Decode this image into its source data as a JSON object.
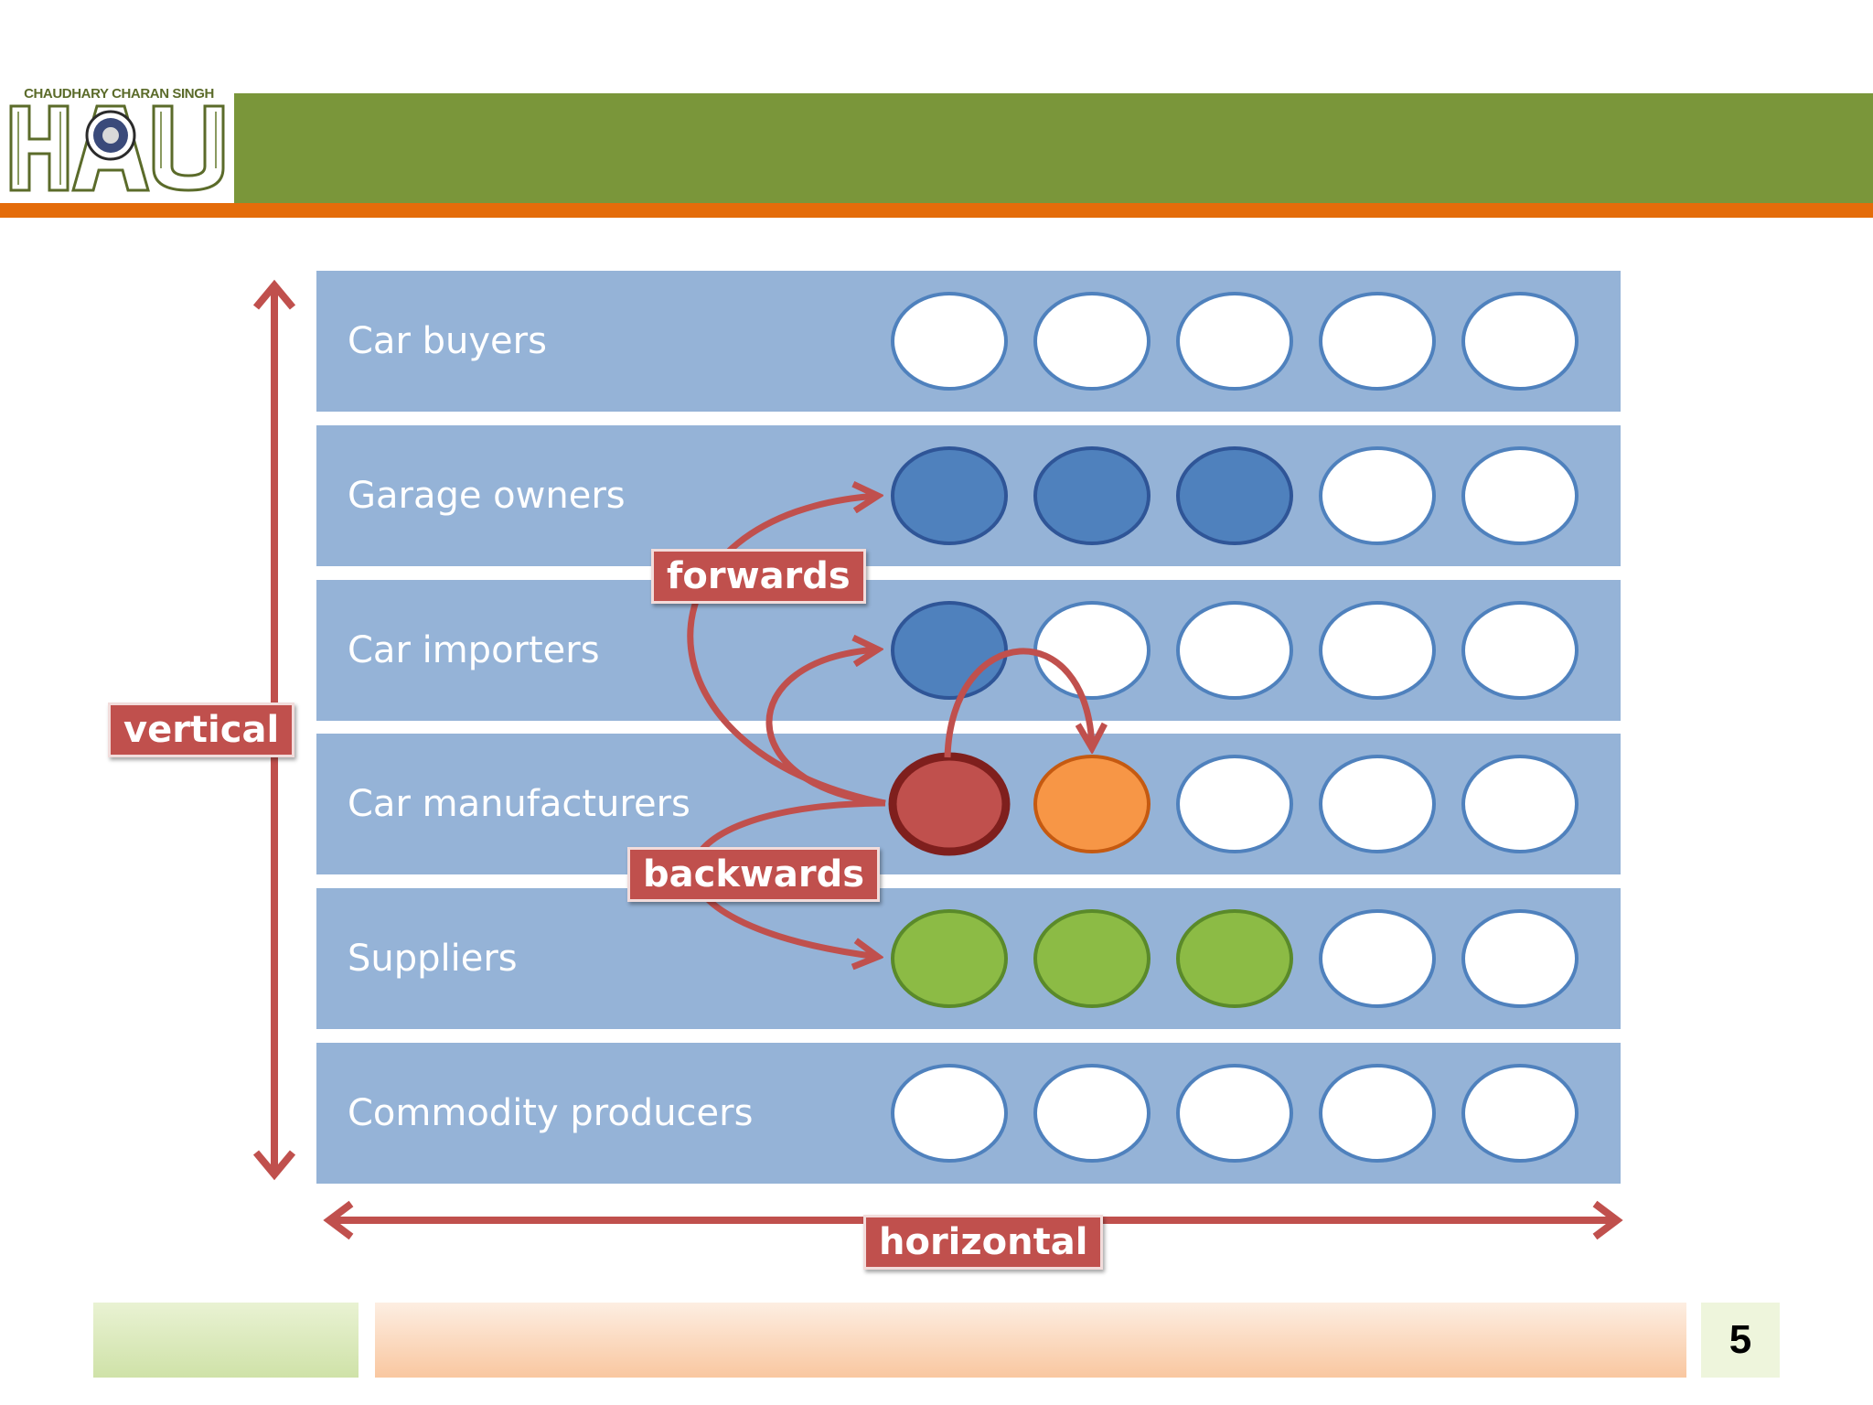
{
  "logo": {
    "caption": "CHAUDHARY CHARAN SINGH",
    "letters": "HAU"
  },
  "rows": [
    {
      "label": "Car buyers",
      "circles": [
        "white",
        "white",
        "white",
        "white",
        "white"
      ]
    },
    {
      "label": "Garage owners",
      "circles": [
        "blue",
        "blue",
        "blue",
        "white",
        "white"
      ]
    },
    {
      "label": "Car importers",
      "circles": [
        "blue",
        "white",
        "white",
        "white",
        "white"
      ]
    },
    {
      "label": "Car manufacturers",
      "circles": [
        "red",
        "orange",
        "white",
        "white",
        "white"
      ]
    },
    {
      "label": "Suppliers",
      "circles": [
        "green",
        "green",
        "green",
        "white",
        "white"
      ]
    },
    {
      "label": "Commodity producers",
      "circles": [
        "white",
        "white",
        "white",
        "white",
        "white"
      ]
    }
  ],
  "colors": {
    "row_fill": "#95b3d7",
    "white": "#ffffff",
    "blue": "#4f81bd",
    "red": "#c0504d",
    "orange": "#f79646",
    "green": "#8cbb45",
    "arrow": "#c0504d",
    "header": "#7a963a",
    "header_accent": "#e46c0a"
  },
  "tags": {
    "forwards": "forwards",
    "backwards": "backwards",
    "vertical": "vertical",
    "horizontal": "horizontal"
  },
  "page_number": "5"
}
